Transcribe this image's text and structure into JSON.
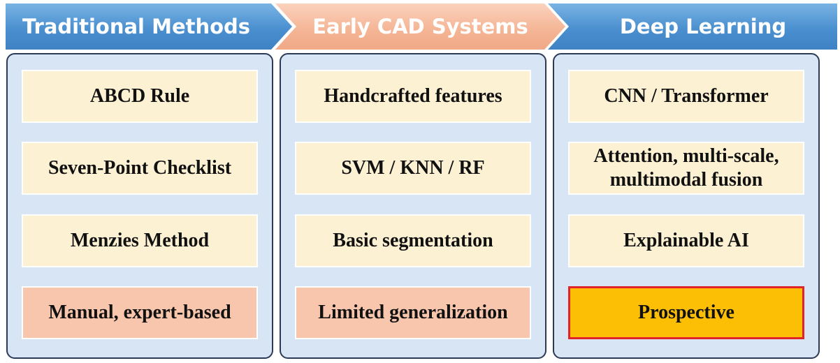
{
  "stages": [
    {
      "title": "Traditional Methods",
      "items": [
        "ABCD Rule",
        "Seven-Point Checklist",
        "Menzies Method"
      ],
      "limitation": "Manual, expert-based"
    },
    {
      "title": "Early CAD Systems",
      "items": [
        "Handcrafted features",
        "SVM / KNN / RF",
        "Basic segmentation"
      ],
      "limitation": "Limited generalization"
    },
    {
      "title": "Deep Learning",
      "items": [
        "CNN / Transformer",
        "Attention, multi-scale,\nmultimodal fusion",
        "Explainable AI"
      ],
      "highlight": "Prospective"
    }
  ],
  "colors": {
    "header_blue": "#4a8fcf",
    "header_salmon": "#f4b494",
    "panel_bg": "#d8e5f4",
    "panel_border": "#2b3a57",
    "box_bg": "#fdf1d3",
    "limitation_bg": "#f7c6ac",
    "highlight_bg": "#fdbf06",
    "highlight_border": "#e1242a"
  }
}
